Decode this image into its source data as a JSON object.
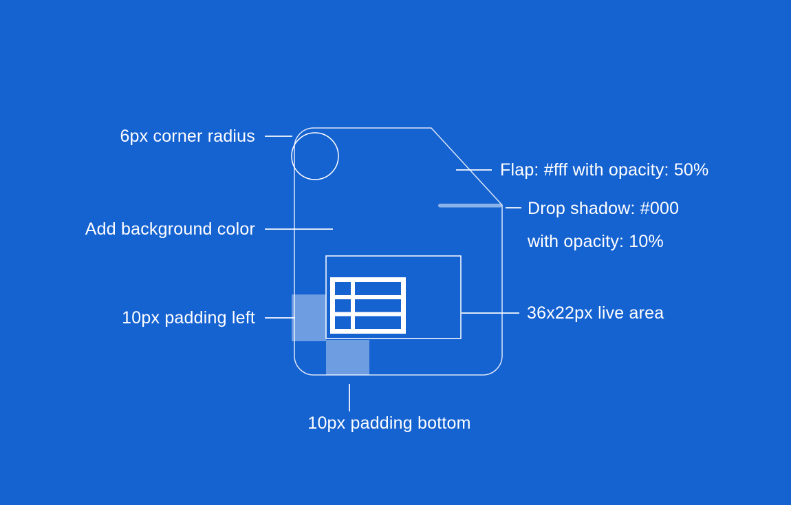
{
  "colors": {
    "background": "#1562d1",
    "stroke": "#ffffff",
    "padding_highlight": "rgba(255,255,255,0.38)",
    "flap_shadow_bar": "rgba(255,255,255,0.5)"
  },
  "annotations": {
    "corner_radius": "6px corner radius",
    "background_color": "Add background color",
    "padding_left": "10px padding left",
    "padding_bottom": "10px padding bottom",
    "flap": "Flap: #fff with opacity: 50%",
    "drop_shadow_line1": "Drop shadow: #000",
    "drop_shadow_line2": "with opacity: 10%",
    "live_area": "36x22px live area"
  }
}
